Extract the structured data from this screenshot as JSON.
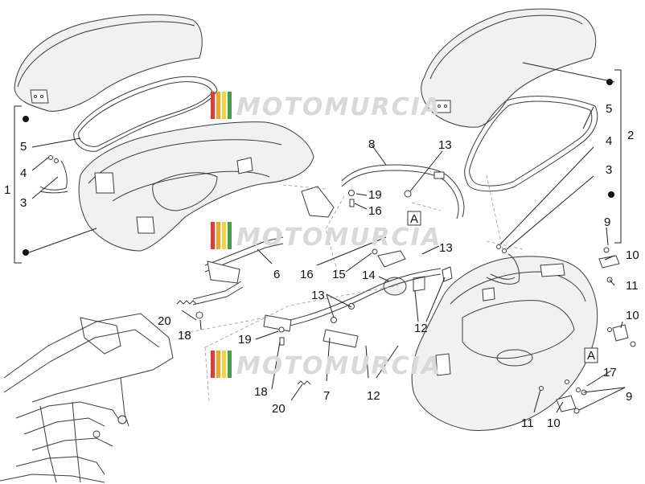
{
  "watermark": {
    "brand_text": "MOTOMURCIA",
    "stripe_colors": [
      "#e53935",
      "#f5a623",
      "#f2d43a",
      "#43a047"
    ]
  },
  "callouts": [
    {
      "id": "c1",
      "text": "1"
    },
    {
      "id": "c2",
      "text": "2"
    },
    {
      "id": "c3a",
      "text": "3"
    },
    {
      "id": "c3b",
      "text": "3"
    },
    {
      "id": "c4a",
      "text": "4"
    },
    {
      "id": "c4b",
      "text": "4"
    },
    {
      "id": "c5a",
      "text": "5"
    },
    {
      "id": "c5b",
      "text": "5"
    },
    {
      "id": "c6",
      "text": "6"
    },
    {
      "id": "c7",
      "text": "7"
    },
    {
      "id": "c8",
      "text": "8"
    },
    {
      "id": "c9a",
      "text": "9"
    },
    {
      "id": "c9b",
      "text": "9"
    },
    {
      "id": "c10a",
      "text": "10"
    },
    {
      "id": "c10b",
      "text": "10"
    },
    {
      "id": "c10c",
      "text": "10"
    },
    {
      "id": "c11a",
      "text": "11"
    },
    {
      "id": "c11b",
      "text": "11"
    },
    {
      "id": "c12a",
      "text": "12"
    },
    {
      "id": "c12b",
      "text": "12"
    },
    {
      "id": "c13a",
      "text": "13"
    },
    {
      "id": "c13b",
      "text": "13"
    },
    {
      "id": "c13c",
      "text": "13"
    },
    {
      "id": "c14",
      "text": "14"
    },
    {
      "id": "c15",
      "text": "15"
    },
    {
      "id": "c16a",
      "text": "16"
    },
    {
      "id": "c16b",
      "text": "16"
    },
    {
      "id": "c17",
      "text": "17"
    },
    {
      "id": "c18a",
      "text": "18"
    },
    {
      "id": "c18b",
      "text": "18"
    },
    {
      "id": "c19a",
      "text": "19"
    },
    {
      "id": "c19b",
      "text": "19"
    },
    {
      "id": "c20a",
      "text": "20"
    },
    {
      "id": "c20b",
      "text": "20"
    }
  ],
  "reference_marks": {
    "view_a_label": "A",
    "view_a_label_2": "A"
  }
}
